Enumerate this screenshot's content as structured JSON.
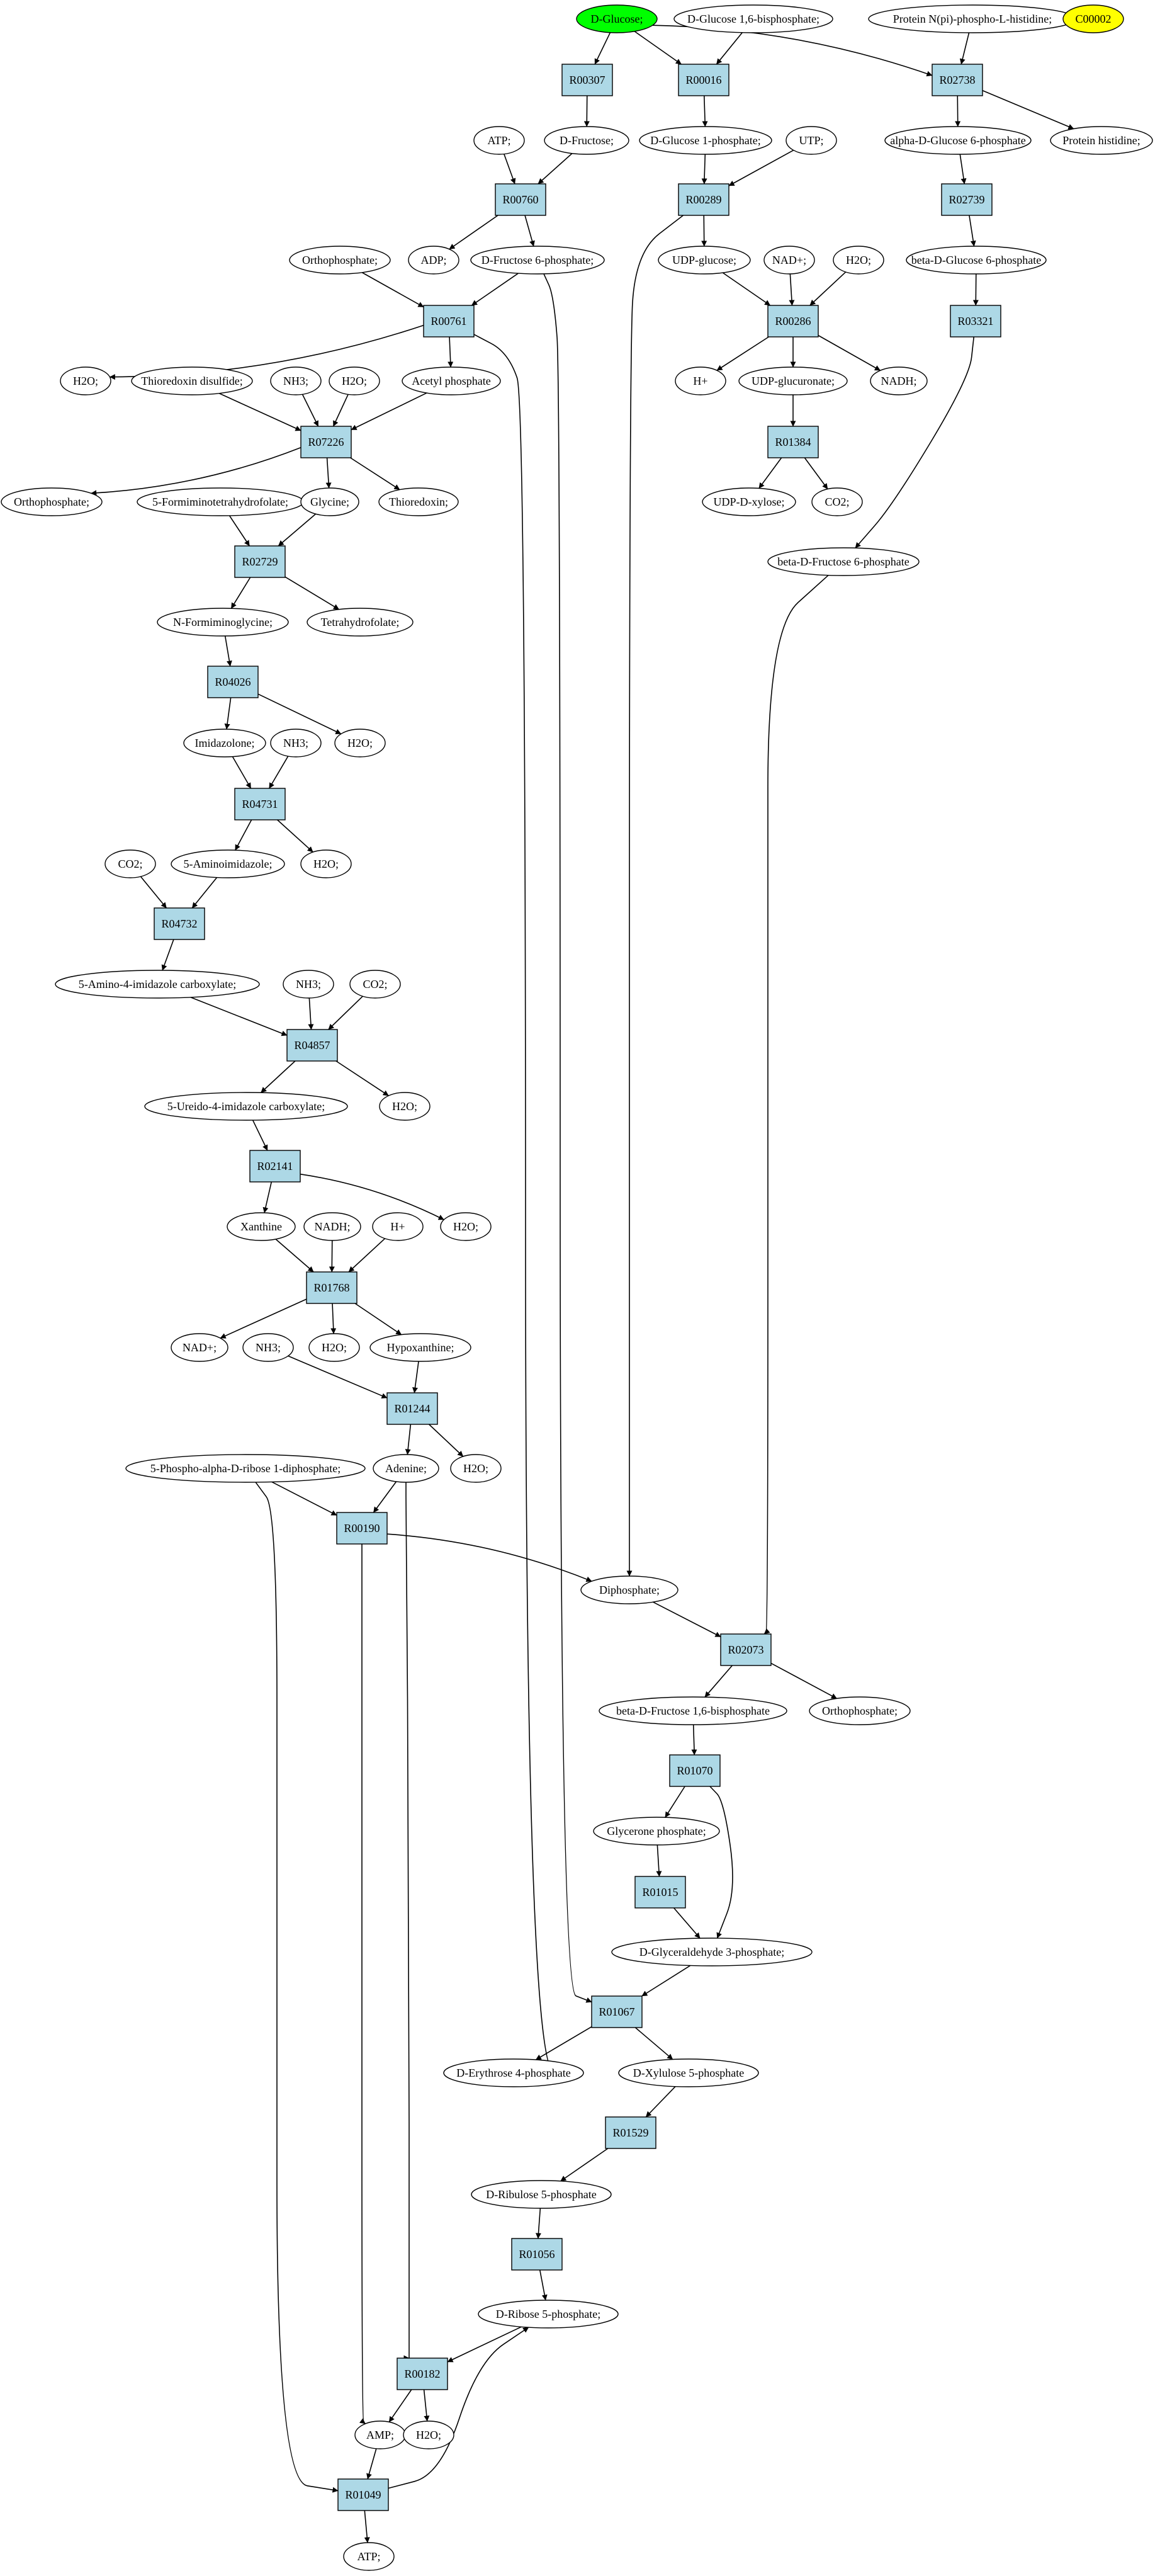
{
  "colors": {
    "reaction_fill": "#add8e6",
    "compound_fill": "#ffffff",
    "start_fill": "#00ff00",
    "special_fill": "#ffff00",
    "edge": "#000000"
  },
  "nodes": {
    "n_glc": {
      "label": "D-Glucose;",
      "kind": "compound",
      "fill": "#00ff00"
    },
    "n_glc16bp": {
      "label": "D-Glucose 1,6-bisphosphate;",
      "kind": "compound"
    },
    "n_prothisP": {
      "label": "Protein N(pi)-phospho-L-histidine;",
      "kind": "compound"
    },
    "n_c00002": {
      "label": "C00002",
      "kind": "compound",
      "fill": "#ffff00"
    },
    "r_R00307": {
      "label": "R00307",
      "kind": "reaction"
    },
    "r_R00016": {
      "label": "R00016",
      "kind": "reaction"
    },
    "r_R02738": {
      "label": "R02738",
      "kind": "reaction"
    },
    "n_atp1": {
      "label": "ATP;",
      "kind": "compound"
    },
    "n_fru": {
      "label": "D-Fructose;",
      "kind": "compound"
    },
    "n_g1p": {
      "label": "D-Glucose 1-phosphate;",
      "kind": "compound"
    },
    "n_utp": {
      "label": "UTP;",
      "kind": "compound"
    },
    "n_ag6p": {
      "label": "alpha-D-Glucose 6-phosphate",
      "kind": "compound"
    },
    "n_prothis": {
      "label": "Protein histidine;",
      "kind": "compound"
    },
    "r_R00760": {
      "label": "R00760",
      "kind": "reaction"
    },
    "r_R00289": {
      "label": "R00289",
      "kind": "reaction"
    },
    "r_R02739": {
      "label": "R02739",
      "kind": "reaction"
    },
    "n_adp": {
      "label": "ADP;",
      "kind": "compound"
    },
    "n_f6p": {
      "label": "D-Fructose 6-phosphate;",
      "kind": "compound"
    },
    "n_pi1": {
      "label": "Orthophosphate;",
      "kind": "compound"
    },
    "n_udpg": {
      "label": "UDP-glucose;",
      "kind": "compound"
    },
    "n_nadp1": {
      "label": "NAD+;",
      "kind": "compound"
    },
    "n_h2o_a": {
      "label": "H2O;",
      "kind": "compound"
    },
    "n_bg6p": {
      "label": "beta-D-Glucose 6-phosphate",
      "kind": "compound"
    },
    "r_R00761": {
      "label": "R00761",
      "kind": "reaction"
    },
    "r_R00286": {
      "label": "R00286",
      "kind": "reaction"
    },
    "r_R03321": {
      "label": "R03321",
      "kind": "reaction"
    },
    "n_h2o_b": {
      "label": "H2O;",
      "kind": "compound"
    },
    "n_trxss": {
      "label": "Thioredoxin disulfide;",
      "kind": "compound"
    },
    "n_nh3_a": {
      "label": "NH3;",
      "kind": "compound"
    },
    "n_h2o_c": {
      "label": "H2O;",
      "kind": "compound"
    },
    "n_acp": {
      "label": "Acetyl phosphate",
      "kind": "compound"
    },
    "n_hplus1": {
      "label": "H+",
      "kind": "compound"
    },
    "n_udpglcA": {
      "label": "UDP-glucuronate;",
      "kind": "compound"
    },
    "n_nadh1": {
      "label": "NADH;",
      "kind": "compound"
    },
    "r_R07226": {
      "label": "R07226",
      "kind": "reaction"
    },
    "r_R01384": {
      "label": "R01384",
      "kind": "reaction"
    },
    "n_pi2": {
      "label": "Orthophosphate;",
      "kind": "compound"
    },
    "n_fthf": {
      "label": "5-Formiminotetrahydrofolate;",
      "kind": "compound"
    },
    "n_gly": {
      "label": "Glycine;",
      "kind": "compound"
    },
    "n_trx": {
      "label": "Thioredoxin;",
      "kind": "compound"
    },
    "n_udpxyl": {
      "label": "UDP-D-xylose;",
      "kind": "compound"
    },
    "n_co2_a": {
      "label": "CO2;",
      "kind": "compound"
    },
    "r_R02729": {
      "label": "R02729",
      "kind": "reaction"
    },
    "n_bf6p": {
      "label": "beta-D-Fructose 6-phosphate",
      "kind": "compound"
    },
    "n_forgly": {
      "label": "N-Formiminoglycine;",
      "kind": "compound"
    },
    "n_thf": {
      "label": "Tetrahydrofolate;",
      "kind": "compound"
    },
    "r_R04026": {
      "label": "R04026",
      "kind": "reaction"
    },
    "n_imid": {
      "label": "Imidazolone;",
      "kind": "compound"
    },
    "n_nh3_b": {
      "label": "NH3;",
      "kind": "compound"
    },
    "n_h2o_d": {
      "label": "H2O;",
      "kind": "compound"
    },
    "r_R04731": {
      "label": "R04731",
      "kind": "reaction"
    },
    "n_co2_b": {
      "label": "CO2;",
      "kind": "compound"
    },
    "n_aminoimid": {
      "label": "5-Aminoimidazole;",
      "kind": "compound"
    },
    "n_h2o_e": {
      "label": "H2O;",
      "kind": "compound"
    },
    "r_R04732": {
      "label": "R04732",
      "kind": "reaction"
    },
    "n_aic": {
      "label": "5-Amino-4-imidazole carboxylate;",
      "kind": "compound"
    },
    "n_nh3_c": {
      "label": "NH3;",
      "kind": "compound"
    },
    "n_co2_c": {
      "label": "CO2;",
      "kind": "compound"
    },
    "r_R04857": {
      "label": "R04857",
      "kind": "reaction"
    },
    "n_uic": {
      "label": "5-Ureido-4-imidazole carboxylate;",
      "kind": "compound"
    },
    "n_h2o_f": {
      "label": "H2O;",
      "kind": "compound"
    },
    "r_R02141": {
      "label": "R02141",
      "kind": "reaction"
    },
    "n_xan": {
      "label": "Xanthine",
      "kind": "compound"
    },
    "n_nadh2": {
      "label": "NADH;",
      "kind": "compound"
    },
    "n_hplus2": {
      "label": "H+",
      "kind": "compound"
    },
    "n_h2o_g": {
      "label": "H2O;",
      "kind": "compound"
    },
    "r_R01768": {
      "label": "R01768",
      "kind": "reaction"
    },
    "n_nadp2": {
      "label": "NAD+;",
      "kind": "compound"
    },
    "n_nh3_d": {
      "label": "NH3;",
      "kind": "compound"
    },
    "n_h2o_h": {
      "label": "H2O;",
      "kind": "compound"
    },
    "n_hyp": {
      "label": "Hypoxanthine;",
      "kind": "compound"
    },
    "r_R01244": {
      "label": "R01244",
      "kind": "reaction"
    },
    "n_prpp": {
      "label": "5-Phospho-alpha-D-ribose 1-diphosphate;",
      "kind": "compound"
    },
    "n_ade": {
      "label": "Adenine;",
      "kind": "compound"
    },
    "n_h2o_i": {
      "label": "H2O;",
      "kind": "compound"
    },
    "r_R00190": {
      "label": "R00190",
      "kind": "reaction"
    },
    "n_ppi": {
      "label": "Diphosphate;",
      "kind": "compound"
    },
    "r_R02073": {
      "label": "R02073",
      "kind": "reaction"
    },
    "n_bf16bp": {
      "label": "beta-D-Fructose 1,6-bisphosphate",
      "kind": "compound"
    },
    "n_pi3": {
      "label": "Orthophosphate;",
      "kind": "compound"
    },
    "r_R01070": {
      "label": "R01070",
      "kind": "reaction"
    },
    "n_dhap": {
      "label": "Glycerone phosphate;",
      "kind": "compound"
    },
    "r_R01015": {
      "label": "R01015",
      "kind": "reaction"
    },
    "n_g3p": {
      "label": "D-Glyceraldehyde 3-phosphate;",
      "kind": "compound"
    },
    "r_R01067": {
      "label": "R01067",
      "kind": "reaction"
    },
    "n_e4p": {
      "label": "D-Erythrose 4-phosphate",
      "kind": "compound"
    },
    "n_x5p": {
      "label": "D-Xylulose 5-phosphate",
      "kind": "compound"
    },
    "r_R01529": {
      "label": "R01529",
      "kind": "reaction"
    },
    "n_ru5p": {
      "label": "D-Ribulose 5-phosphate",
      "kind": "compound"
    },
    "r_R01056": {
      "label": "R01056",
      "kind": "reaction"
    },
    "n_r5p": {
      "label": "D-Ribose 5-phosphate;",
      "kind": "compound"
    },
    "r_R00182": {
      "label": "R00182",
      "kind": "reaction"
    },
    "n_amp": {
      "label": "AMP;",
      "kind": "compound"
    },
    "n_h2o_j": {
      "label": "H2O;",
      "kind": "compound"
    },
    "r_R01049": {
      "label": "R01049",
      "kind": "reaction"
    },
    "n_atp2": {
      "label": "ATP;",
      "kind": "compound"
    }
  },
  "edges": [
    [
      "n_glc",
      "r_R00307"
    ],
    [
      "n_glc",
      "r_R00016"
    ],
    [
      "n_glc",
      "r_R02738"
    ],
    [
      "n_glc16bp",
      "r_R00016"
    ],
    [
      "n_prothisP",
      "r_R02738"
    ],
    [
      "r_R00307",
      "n_fru"
    ],
    [
      "r_R00016",
      "n_g1p"
    ],
    [
      "r_R02738",
      "n_ag6p"
    ],
    [
      "r_R02738",
      "n_prothis"
    ],
    [
      "n_atp1",
      "r_R00760"
    ],
    [
      "n_fru",
      "r_R00760"
    ],
    [
      "n_g1p",
      "r_R00289"
    ],
    [
      "n_utp",
      "r_R00289"
    ],
    [
      "n_ag6p",
      "r_R02739"
    ],
    [
      "r_R00760",
      "n_adp"
    ],
    [
      "r_R00760",
      "n_f6p"
    ],
    [
      "r_R00289",
      "n_udpg"
    ],
    [
      "r_R00289",
      "n_ppi"
    ],
    [
      "r_R02739",
      "n_bg6p"
    ],
    [
      "n_pi1",
      "r_R00761"
    ],
    [
      "n_f6p",
      "r_R00761"
    ],
    [
      "n_f6p",
      "r_R01067"
    ],
    [
      "n_udpg",
      "r_R00286"
    ],
    [
      "n_nadp1",
      "r_R00286"
    ],
    [
      "n_h2o_a",
      "r_R00286"
    ],
    [
      "n_bg6p",
      "r_R03321"
    ],
    [
      "r_R00761",
      "n_h2o_b"
    ],
    [
      "r_R00761",
      "n_acp"
    ],
    [
      "r_R00761",
      "n_e4p"
    ],
    [
      "r_R00286",
      "n_hplus1"
    ],
    [
      "r_R00286",
      "n_udpglcA"
    ],
    [
      "r_R00286",
      "n_nadh1"
    ],
    [
      "n_trxss",
      "r_R07226"
    ],
    [
      "n_nh3_a",
      "r_R07226"
    ],
    [
      "n_h2o_c",
      "r_R07226"
    ],
    [
      "n_acp",
      "r_R07226"
    ],
    [
      "n_udpglcA",
      "r_R01384"
    ],
    [
      "r_R03321",
      "n_bf6p"
    ],
    [
      "r_R07226",
      "n_pi2"
    ],
    [
      "r_R07226",
      "n_gly"
    ],
    [
      "r_R07226",
      "n_trx"
    ],
    [
      "r_R01384",
      "n_udpxyl"
    ],
    [
      "r_R01384",
      "n_co2_a"
    ],
    [
      "n_fthf",
      "r_R02729"
    ],
    [
      "n_gly",
      "r_R02729"
    ],
    [
      "r_R02729",
      "n_forgly"
    ],
    [
      "r_R02729",
      "n_thf"
    ],
    [
      "n_forgly",
      "r_R04026"
    ],
    [
      "r_R04026",
      "n_imid"
    ],
    [
      "r_R04026",
      "n_h2o_d"
    ],
    [
      "n_imid",
      "r_R04731"
    ],
    [
      "n_nh3_b",
      "r_R04731"
    ],
    [
      "r_R04731",
      "n_aminoimid"
    ],
    [
      "r_R04731",
      "n_h2o_e"
    ],
    [
      "n_co2_b",
      "r_R04732"
    ],
    [
      "n_aminoimid",
      "r_R04732"
    ],
    [
      "r_R04732",
      "n_aic"
    ],
    [
      "n_aic",
      "r_R04857"
    ],
    [
      "n_nh3_c",
      "r_R04857"
    ],
    [
      "n_co2_c",
      "r_R04857"
    ],
    [
      "r_R04857",
      "n_uic"
    ],
    [
      "r_R04857",
      "n_h2o_f"
    ],
    [
      "n_uic",
      "r_R02141"
    ],
    [
      "r_R02141",
      "n_xan"
    ],
    [
      "r_R02141",
      "n_h2o_g"
    ],
    [
      "n_xan",
      "r_R01768"
    ],
    [
      "n_nadh2",
      "r_R01768"
    ],
    [
      "n_hplus2",
      "r_R01768"
    ],
    [
      "r_R01768",
      "n_nadp2"
    ],
    [
      "r_R01768",
      "n_h2o_h"
    ],
    [
      "r_R01768",
      "n_hyp"
    ],
    [
      "n_nh3_d",
      "r_R01244"
    ],
    [
      "n_hyp",
      "r_R01244"
    ],
    [
      "r_R01244",
      "n_ade"
    ],
    [
      "r_R01244",
      "n_h2o_i"
    ],
    [
      "n_prpp",
      "r_R00190"
    ],
    [
      "n_ade",
      "r_R00190"
    ],
    [
      "n_ade",
      "r_R00182"
    ],
    [
      "n_prpp",
      "r_R01049"
    ],
    [
      "r_R00190",
      "n_ppi"
    ],
    [
      "r_R00190",
      "n_amp"
    ],
    [
      "n_ppi",
      "r_R02073"
    ],
    [
      "n_bf6p",
      "r_R02073"
    ],
    [
      "r_R02073",
      "n_bf16bp"
    ],
    [
      "r_R02073",
      "n_pi3"
    ],
    [
      "n_bf16bp",
      "r_R01070"
    ],
    [
      "r_R01070",
      "n_dhap"
    ],
    [
      "r_R01070",
      "n_g3p"
    ],
    [
      "n_dhap",
      "r_R01015"
    ],
    [
      "r_R01015",
      "n_g3p"
    ],
    [
      "n_g3p",
      "r_R01067"
    ],
    [
      "r_R01067",
      "n_e4p"
    ],
    [
      "r_R01067",
      "n_x5p"
    ],
    [
      "n_x5p",
      "r_R01529"
    ],
    [
      "r_R01529",
      "n_ru5p"
    ],
    [
      "n_ru5p",
      "r_R01056"
    ],
    [
      "r_R01056",
      "n_r5p"
    ],
    [
      "n_r5p",
      "r_R00182"
    ],
    [
      "r_R00182",
      "n_amp"
    ],
    [
      "r_R00182",
      "n_h2o_j"
    ],
    [
      "n_amp",
      "r_R01049"
    ],
    [
      "r_R01049",
      "n_atp2"
    ],
    [
      "r_R01049",
      "n_r5p"
    ]
  ]
}
